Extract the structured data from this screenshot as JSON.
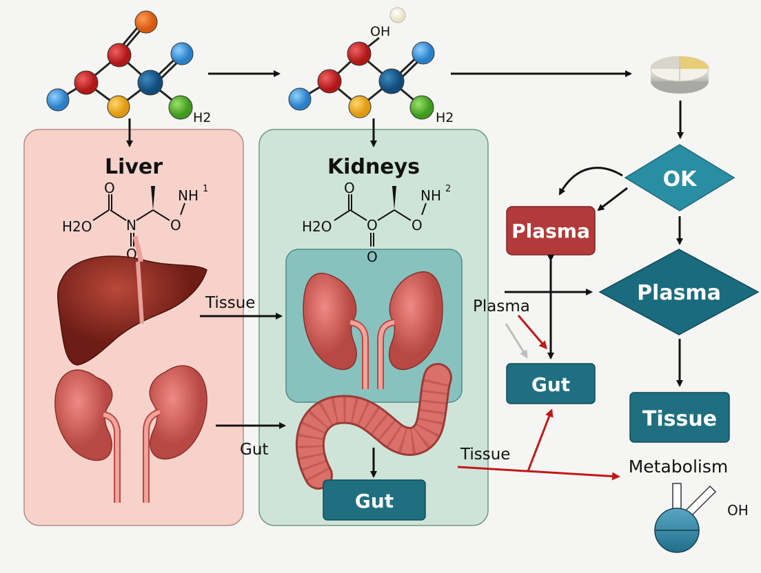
{
  "molecules": {
    "left_h2": "H2",
    "middle_oh": "OH",
    "middle_h2": "H2"
  },
  "liver_panel": {
    "title": "Liver",
    "chem": {
      "nh": "NH",
      "nh_sup": "1",
      "h2o": "H2O",
      "o1": "O",
      "o2": "O",
      "n": "N",
      "o3": "O"
    }
  },
  "kidneys_panel": {
    "title": "Kidneys",
    "chem": {
      "nh": "NH",
      "nh_sup": "2",
      "h2o": "H2O",
      "o1": "O",
      "o2": "O",
      "o3": "O",
      "o4": "O"
    }
  },
  "arrow_labels": {
    "tissue_left": "Tissue",
    "gut_left": "Gut",
    "plasma_mid": "Plasma",
    "tissue_mid": "Tissue"
  },
  "boxes": {
    "gut_bottom": "Gut",
    "plasma_red": "Plasma",
    "gut_right": "Gut",
    "ok_diamond": "OK",
    "plasma_diamond": "Plasma",
    "tissue_box": "Tissue",
    "metabolism": "Metabolism",
    "oh": "OH"
  },
  "colors": {
    "liver_panel": "#f6d2cb",
    "kidney_panel": "#cfe4d8",
    "teal_box": "#1f6f80",
    "diamond_teal": "#2a8ea3",
    "diamond_dark": "#1a6b7e",
    "plasma_red": "#b23a3a",
    "red_arrow": "#c01818",
    "organ": "#d9635e"
  }
}
